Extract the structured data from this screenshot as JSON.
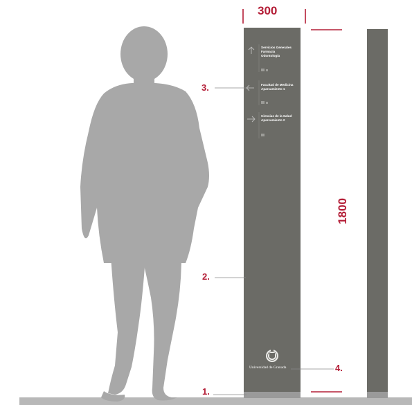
{
  "dimensions": {
    "width_label": "300",
    "height_label": "1800"
  },
  "callouts": [
    {
      "label": "1."
    },
    {
      "label": "2."
    },
    {
      "label": "3."
    },
    {
      "label": "4."
    }
  ],
  "directory": {
    "groups": [
      {
        "lines": "Servicios Generales\nFarmacia\nOdontología",
        "icon": "arrow-up-icon"
      },
      {
        "lines": "Facultad de Medicina\nAparcamiento 1",
        "icon": "arrow-left-icon"
      },
      {
        "lines": "Ciencias de la Salud\nAparcamiento 2",
        "icon": "arrow-right-icon"
      }
    ]
  },
  "logo": {
    "text": "Universidad de Granada"
  },
  "colors": {
    "accent": "#b41e37",
    "pole": "#6b6b66",
    "silhouette": "#a8a8a8",
    "ground": "#b8b8b8",
    "base": "#9a9a9a"
  }
}
